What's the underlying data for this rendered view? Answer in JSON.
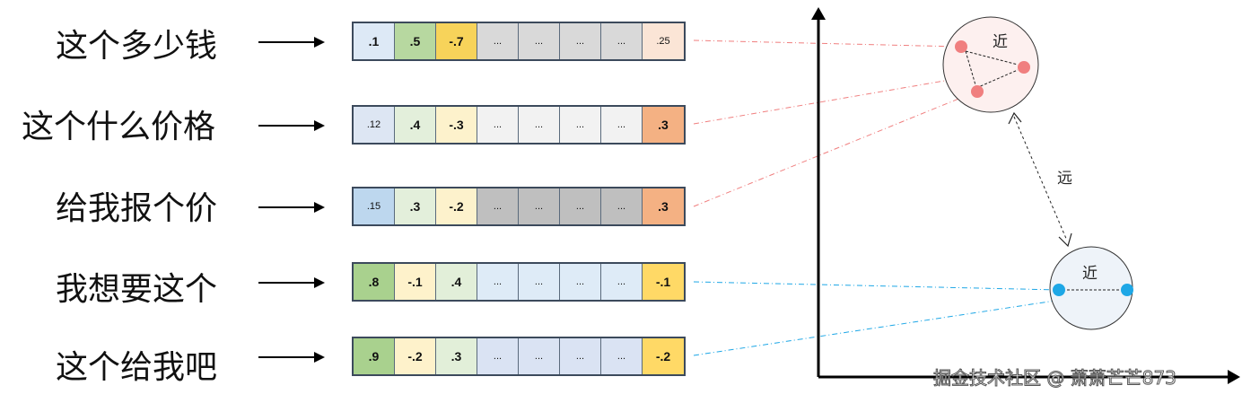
{
  "rows": [
    {
      "phrase": "这个多少钱",
      "cells": [
        {
          "text": ".1",
          "bg": "#dde9f6",
          "small": false
        },
        {
          "text": ".5",
          "bg": "#b7d8a0",
          "small": false
        },
        {
          "text": "-.7",
          "bg": "#f7d35a",
          "small": false
        },
        {
          "text": "...",
          "bg": "#d9d9d9",
          "small": true
        },
        {
          "text": "...",
          "bg": "#d9d9d9",
          "small": true
        },
        {
          "text": "...",
          "bg": "#d9d9d9",
          "small": true
        },
        {
          "text": "...",
          "bg": "#d9d9d9",
          "small": true
        },
        {
          "text": ".25",
          "bg": "#fbe5d6",
          "small": true
        }
      ]
    },
    {
      "phrase": "这个什么价格",
      "cells": [
        {
          "text": ".12",
          "bg": "#dde6f3",
          "small": true
        },
        {
          "text": ".4",
          "bg": "#e3efdb",
          "small": false
        },
        {
          "text": "-.3",
          "bg": "#fdf2cc",
          "small": false
        },
        {
          "text": "...",
          "bg": "#f2f2f2",
          "small": true
        },
        {
          "text": "...",
          "bg": "#f2f2f2",
          "small": true
        },
        {
          "text": "...",
          "bg": "#f2f2f2",
          "small": true
        },
        {
          "text": "...",
          "bg": "#f2f2f2",
          "small": true
        },
        {
          "text": ".3",
          "bg": "#f4b183",
          "small": false
        }
      ]
    },
    {
      "phrase": "给我报个价",
      "cells": [
        {
          "text": ".15",
          "bg": "#bdd7ee",
          "small": true
        },
        {
          "text": ".3",
          "bg": "#e3efdb",
          "small": false
        },
        {
          "text": "-.2",
          "bg": "#fdf2cc",
          "small": false
        },
        {
          "text": "...",
          "bg": "#bfbfbf",
          "small": true
        },
        {
          "text": "...",
          "bg": "#bfbfbf",
          "small": true
        },
        {
          "text": "...",
          "bg": "#bfbfbf",
          "small": true
        },
        {
          "text": "...",
          "bg": "#bfbfbf",
          "small": true
        },
        {
          "text": ".3",
          "bg": "#f4b183",
          "small": false
        }
      ]
    },
    {
      "phrase": "我想要这个",
      "cells": [
        {
          "text": ".8",
          "bg": "#a9d18e",
          "small": false
        },
        {
          "text": "-.1",
          "bg": "#fef2cb",
          "small": false
        },
        {
          "text": ".4",
          "bg": "#e2efd9",
          "small": false
        },
        {
          "text": "...",
          "bg": "#deebf7",
          "small": true
        },
        {
          "text": "...",
          "bg": "#deebf7",
          "small": true
        },
        {
          "text": "...",
          "bg": "#deebf7",
          "small": true
        },
        {
          "text": "...",
          "bg": "#deebf7",
          "small": true
        },
        {
          "text": "-.1",
          "bg": "#ffd966",
          "small": false
        }
      ]
    },
    {
      "phrase": "这个给我吧",
      "cells": [
        {
          "text": ".9",
          "bg": "#a9d18e",
          "small": false
        },
        {
          "text": "-.2",
          "bg": "#fef2cb",
          "small": false
        },
        {
          "text": ".3",
          "bg": "#e2efd9",
          "small": false
        },
        {
          "text": "...",
          "bg": "#dae3f3",
          "small": true
        },
        {
          "text": "...",
          "bg": "#dae3f3",
          "small": true
        },
        {
          "text": "...",
          "bg": "#dae3f3",
          "small": true
        },
        {
          "text": "...",
          "bg": "#dae3f3",
          "small": true
        },
        {
          "text": "-.2",
          "bg": "#ffd966",
          "small": false
        }
      ]
    }
  ],
  "clusters": {
    "top_label": "近",
    "bottom_label": "近",
    "between_label": "远",
    "top_color": "#f07f7f",
    "bottom_color": "#1ea7e6"
  },
  "watermark": "掘金技术社区 @ 萧萧芒芒873"
}
